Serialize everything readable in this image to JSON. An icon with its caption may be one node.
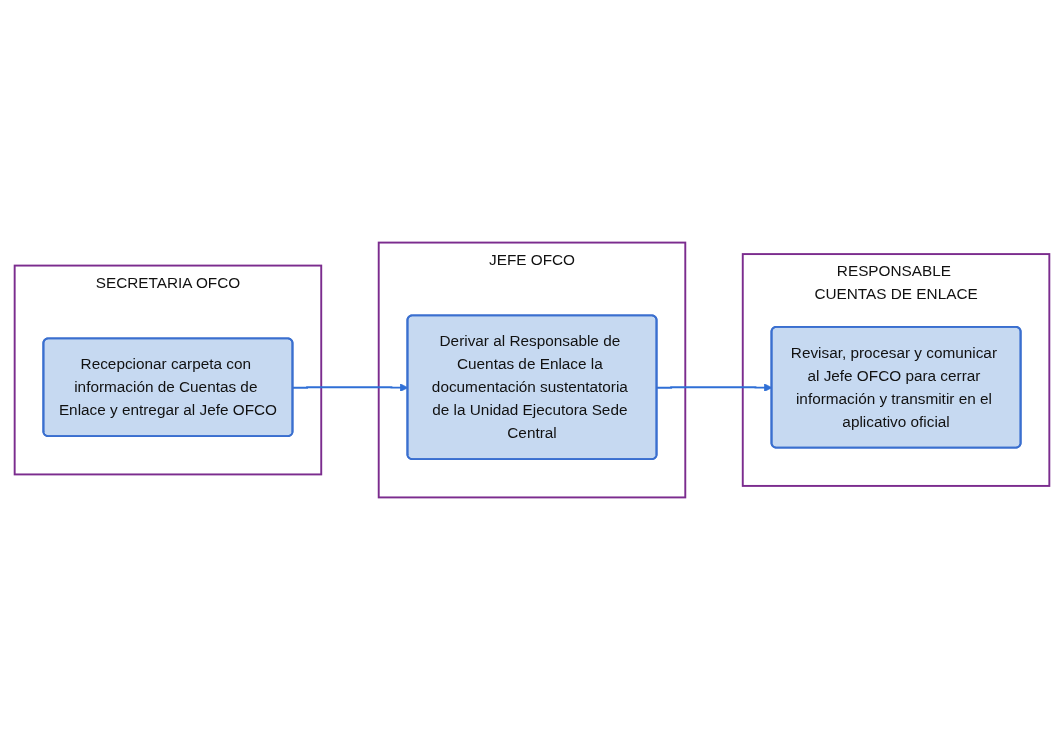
{
  "diagram": {
    "nodes": [
      {
        "text": [
          "SECRETARIA OFCO"
        ]
      },
      {
        "text": [
          "Recepcionar carpeta con información de Cuentas de Enlace y entregar al Jefe OFCO"
        ],
        "in": 0
      },
      {
        "text": [
          "JEFE OFCO"
        ]
      },
      {
        "text": [
          "Derivar al Responsable de Cuentas de Enlace la documentación sustentatoria de la Unidad Ejecutora Sede Central"
        ],
        "in": 2
      },
      {
        "text": [
          "RESPONSABLE CUENTAS DE ENLACE"
        ]
      },
      {
        "text": [
          "Revisar, procesar y comunicar al Jefe OFCO para cerrar información y transmitir en el aplicativo oficial"
        ],
        "in": 4
      }
    ],
    "edges": [
      {
        "from": 1,
        "to": 3,
        "arrow": "to"
      },
      {
        "from": 3,
        "to": 5,
        "arrow": "to"
      }
    ]
  }
}
